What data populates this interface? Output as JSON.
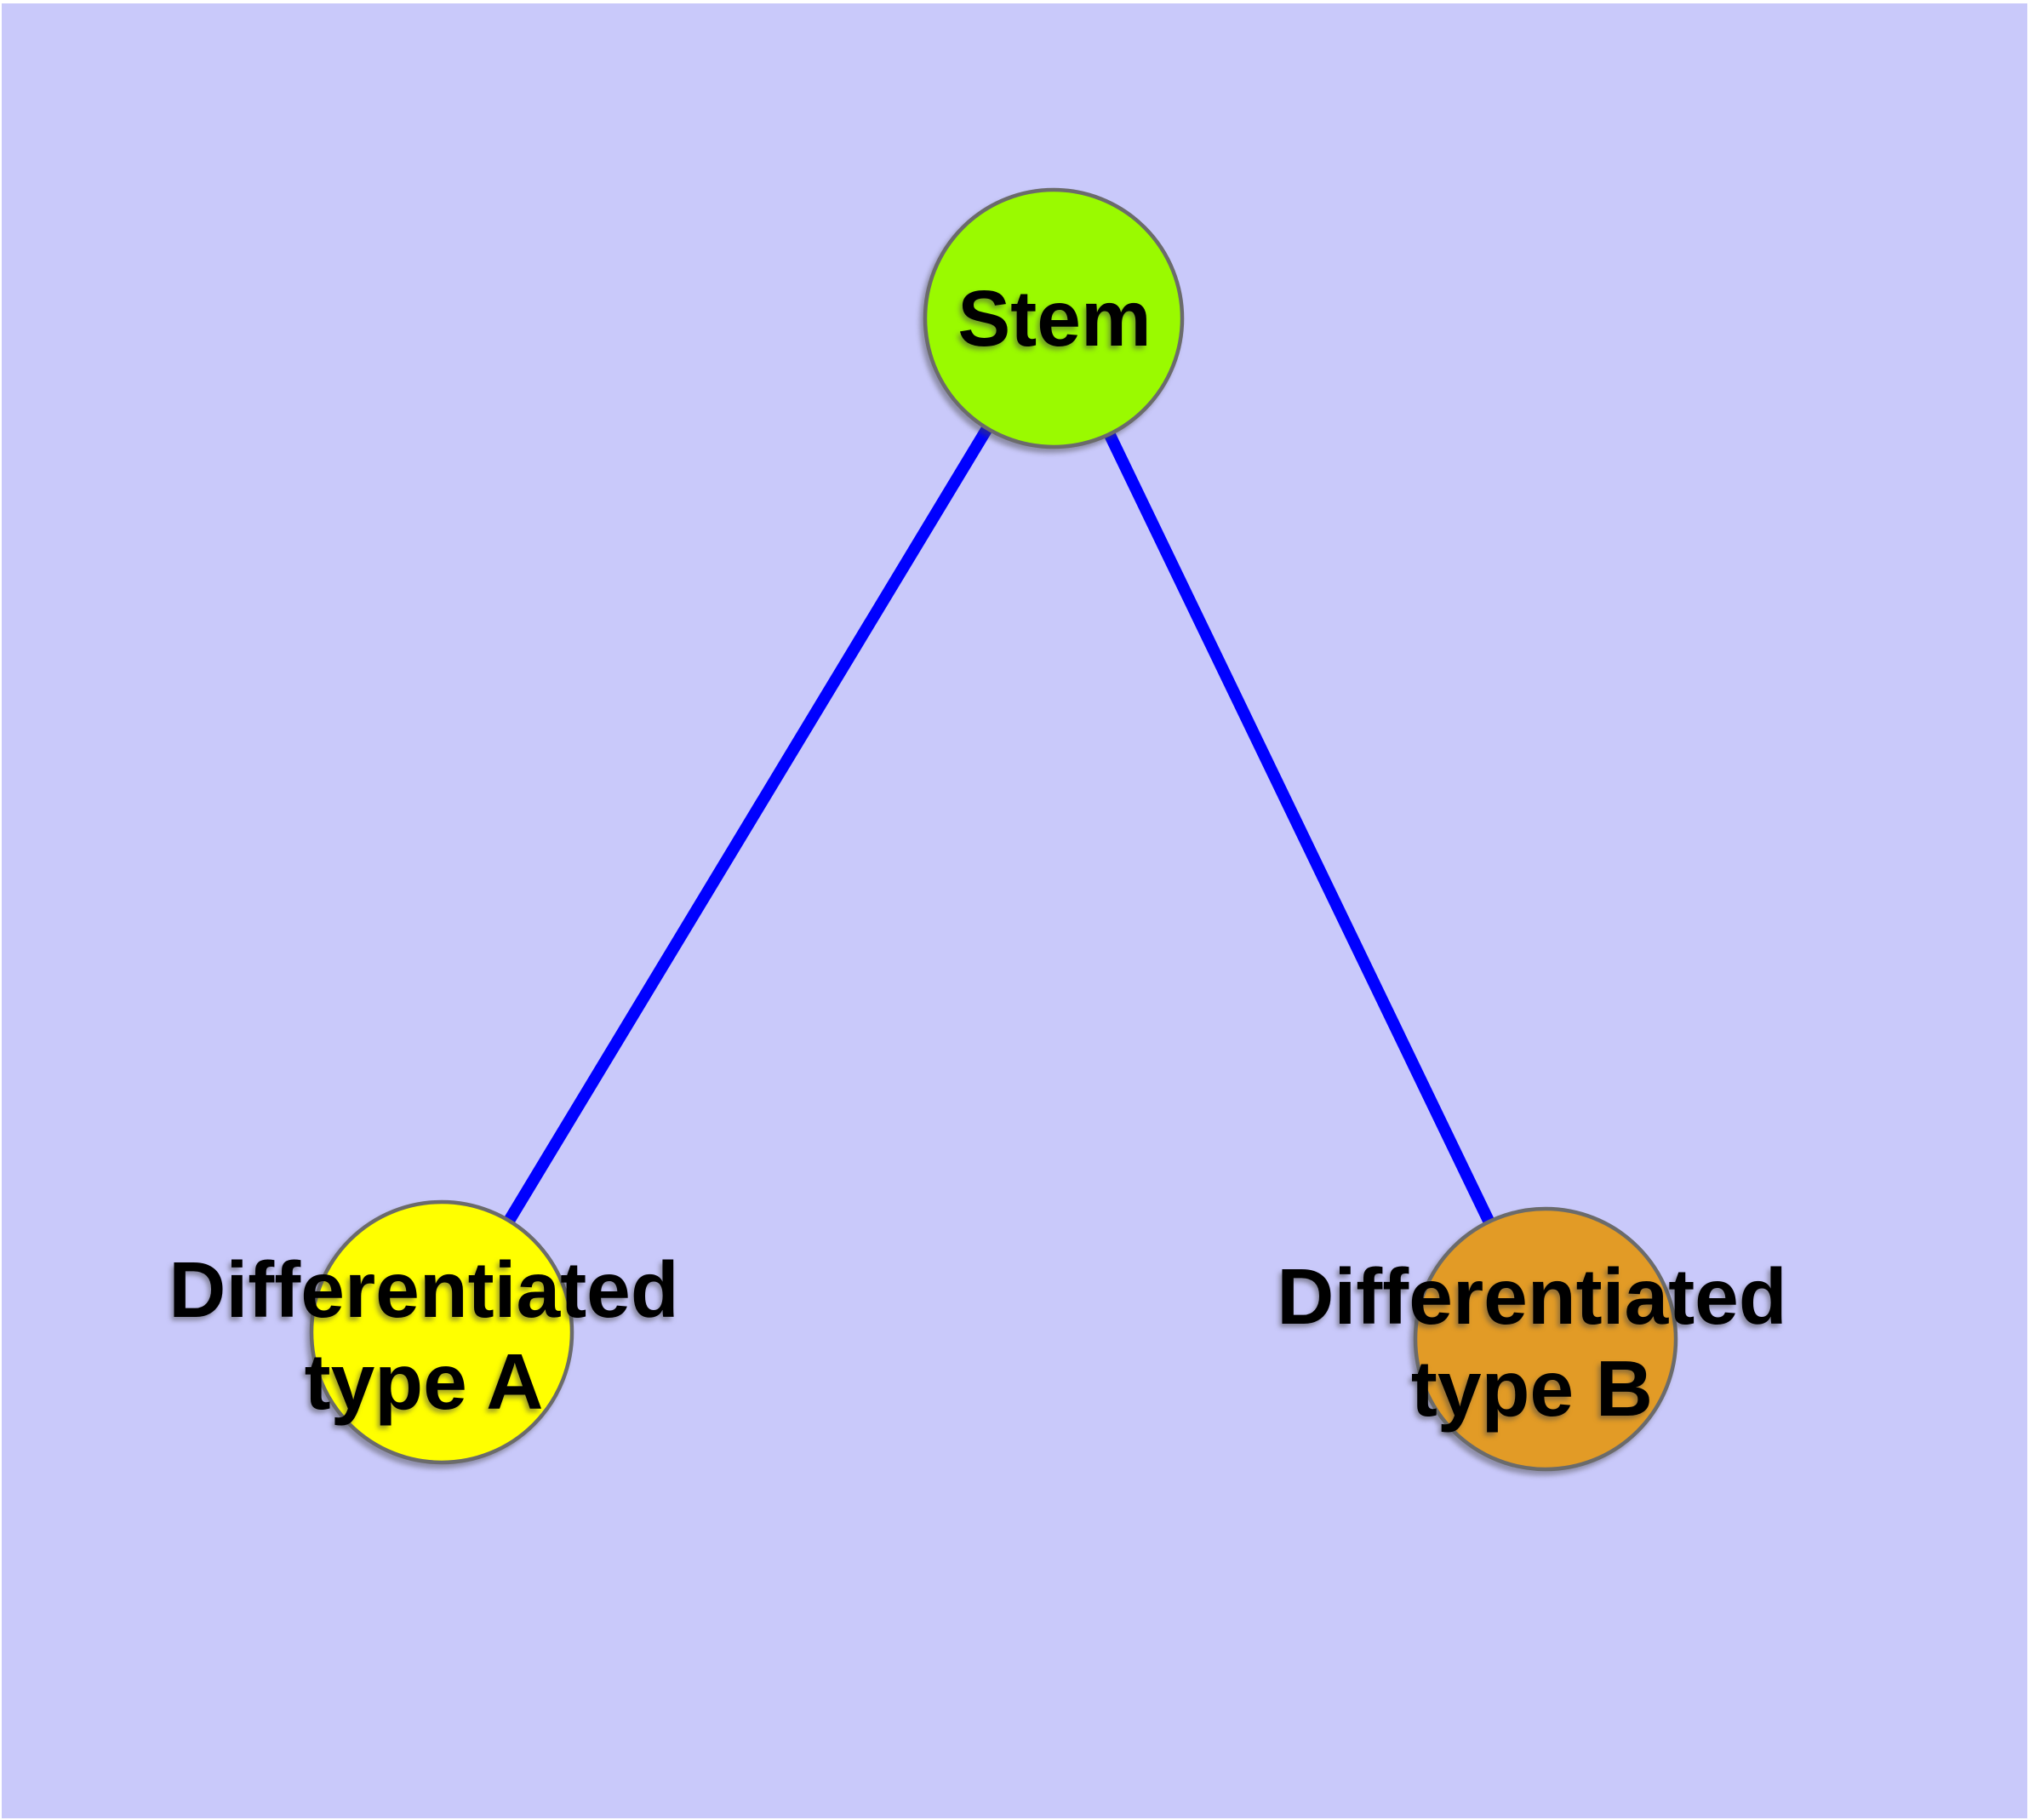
{
  "background": {
    "frame_color": "#FFFFFF",
    "canvas_color": "#C9C9FA"
  },
  "graph": {
    "style": {
      "node_border_color": "#6B6B6B",
      "edge_color": "#0000FF",
      "label_color": "#000000"
    },
    "nodes": [
      {
        "id": "stem",
        "label": "Stem",
        "lines": [
          "Stem",
          ""
        ],
        "color": "#9AFA00"
      },
      {
        "id": "differentiated-type-a",
        "label": "Differentiated type A",
        "lines": [
          "Differentiated",
          "type A"
        ],
        "color": "#FFFF00"
      },
      {
        "id": "differentiated-type-b",
        "label": "Differentiated type B",
        "lines": [
          "Differentiated",
          "type B"
        ],
        "color": "#E29B26"
      }
    ],
    "edges": [
      {
        "from": "Stem",
        "to": "Differentiated type A"
      },
      {
        "from": "Stem",
        "to": "Differentiated type B"
      }
    ]
  }
}
